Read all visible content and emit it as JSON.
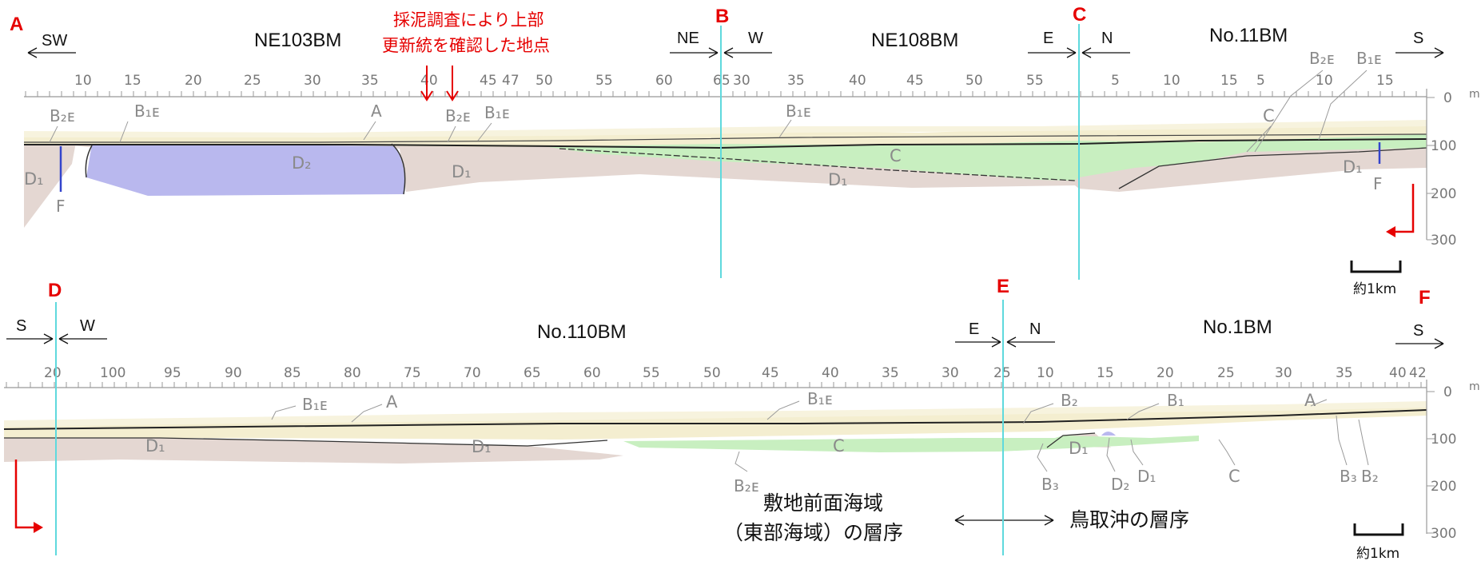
{
  "markers": {
    "A": "A",
    "B": "B",
    "C": "C",
    "D": "D",
    "E": "E",
    "F": "F"
  },
  "top_profile": {
    "line_names": [
      "NE103BM",
      "NE108BM",
      "No.11BM"
    ],
    "directions": {
      "left_end": "SW",
      "b_left": "NE",
      "b_right": "W",
      "c_left": "E",
      "c_right": "N",
      "right_end": "S"
    },
    "ticks": [
      "10",
      "15",
      "20",
      "25",
      "30",
      "35",
      "40",
      "45",
      "47",
      "50",
      "55",
      "60",
      "65",
      "30",
      "35",
      "40",
      "45",
      "50",
      "55",
      "5",
      "10",
      "15",
      "5",
      "10",
      "15"
    ],
    "note_line1": "採泥調査により上部",
    "note_line2": "更新統を確認した地点",
    "units": {
      "A": "A",
      "B2E": "B₂ᴇ",
      "B1E": "B₁ᴇ",
      "C": "C",
      "D1": "D₁",
      "D2": "D₂",
      "F": "F"
    },
    "depth_labels": [
      "0",
      "100",
      "200",
      "300"
    ],
    "depth_unit": "m",
    "scale_label": "約1km"
  },
  "bottom_profile": {
    "line_names": [
      "No.110BM",
      "No.1BM"
    ],
    "directions": {
      "d_left": "S",
      "d_right": "W",
      "e_left": "E",
      "e_right": "N",
      "right_end": "S"
    },
    "ticks": [
      "20",
      "100",
      "95",
      "90",
      "85",
      "80",
      "75",
      "70",
      "65",
      "60",
      "55",
      "50",
      "45",
      "40",
      "35",
      "30",
      "25",
      "10",
      "15",
      "20",
      "25",
      "30",
      "35",
      "40",
      "42"
    ],
    "units": {
      "A": "A",
      "B1E": "B₁ᴇ",
      "B2E": "B₂ᴇ",
      "B1": "B₁",
      "B2": "B₂",
      "B3": "B₃",
      "C": "C",
      "D1": "D₁",
      "D2": "D₂"
    },
    "depth_labels": [
      "0",
      "100",
      "200",
      "300"
    ],
    "depth_unit": "m",
    "scale_label": "約1km",
    "caption_left_1": "敷地前面海域",
    "caption_left_2": "（東部海域）の層序",
    "caption_right": "鳥取沖の層序"
  },
  "colors": {
    "section_line": "#5fd9dd",
    "red": "#e60000",
    "d2_fill": "#b9b8ee",
    "c_fill": "#c8efc0",
    "d1_fill": "#e4d7d2",
    "b_fill": "#f4eed0"
  }
}
